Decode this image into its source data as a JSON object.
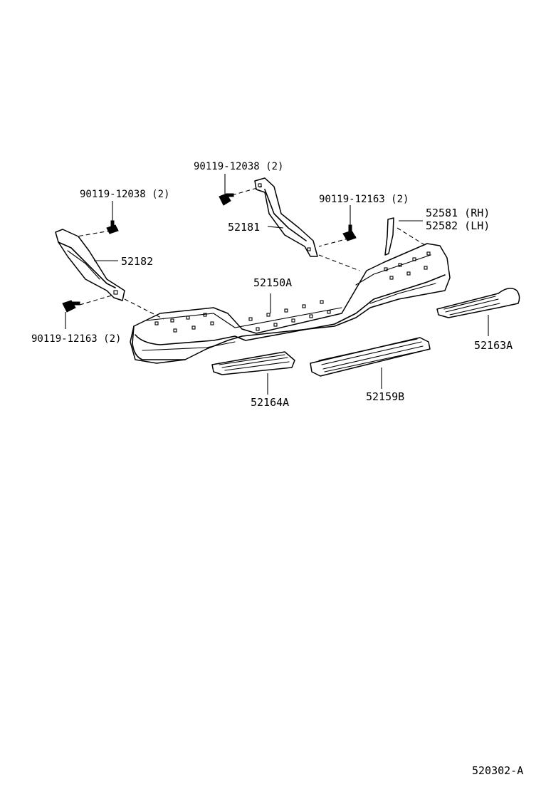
{
  "labels": {
    "bolt_top_left": "90119-12038 (2)",
    "bolt_top_center": "90119-12038 (2)",
    "bolt_right": "90119-12163 (2)",
    "bolt_bottom_left": "90119-12163 (2)",
    "bracket_left": "52182",
    "bracket_center": "52181",
    "bumper": "52150A",
    "seal_rh": "52581 (RH)",
    "seal_lh": "52582 (LH)",
    "step_right": "52163A",
    "step_left": "52164A",
    "step_center": "52159B",
    "diagram_code": "520302-A"
  }
}
